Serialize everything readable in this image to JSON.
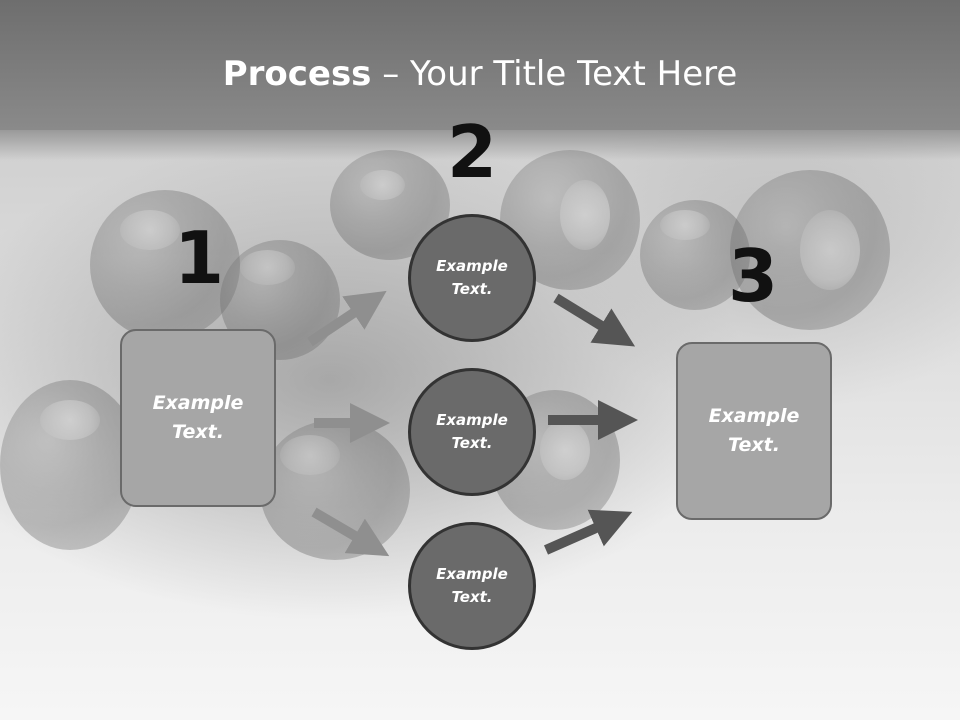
{
  "title": {
    "strong": "Process",
    "rest": " – Your Title Text Here"
  },
  "steps": {
    "one": {
      "number": "1",
      "text_line1": "Example",
      "text_line2": "Text."
    },
    "two": {
      "number": "2"
    },
    "three": {
      "number": "3",
      "text_line1": "Example",
      "text_line2": "Text."
    }
  },
  "circles": [
    {
      "text_line1": "Example",
      "text_line2": "Text."
    },
    {
      "text_line1": "Example",
      "text_line2": "Text."
    },
    {
      "text_line1": "Example",
      "text_line2": "Text."
    }
  ],
  "colors": {
    "title_band": "#7a7a7a",
    "box_fill": "#a6a6a6",
    "circle_fill": "#6a6a6a",
    "arrow_light": "#8f8f8f",
    "arrow_dark": "#555555",
    "number": "#111111"
  }
}
